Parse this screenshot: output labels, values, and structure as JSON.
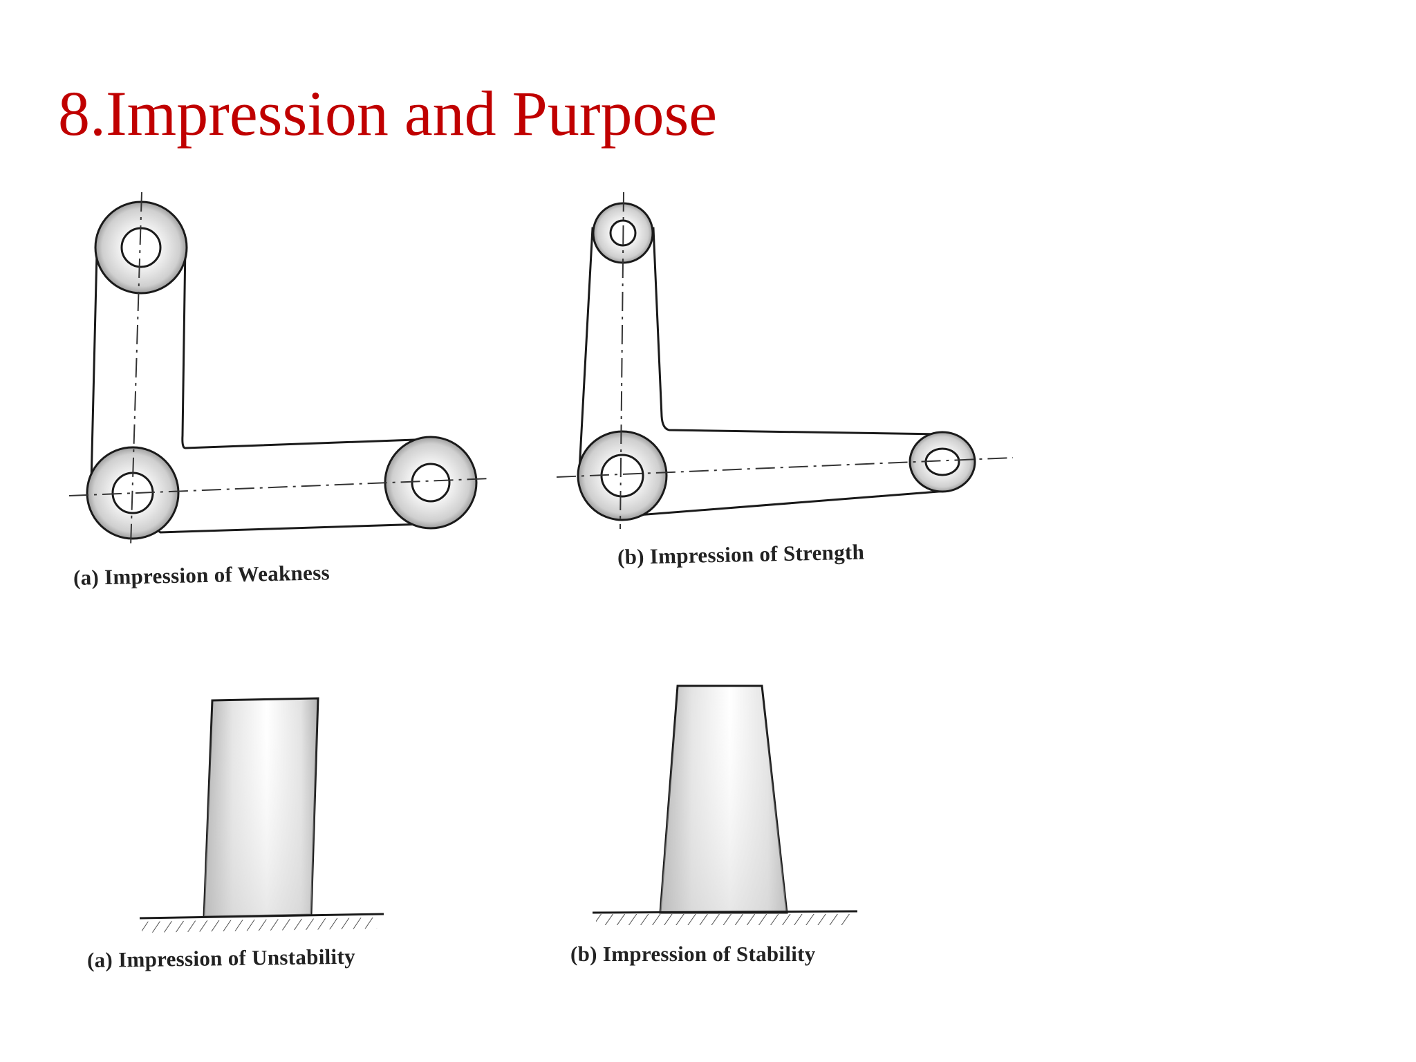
{
  "slide": {
    "title": "8.Impression and Purpose",
    "title_color": "#c00000"
  },
  "figures": {
    "weakness": {
      "caption": "(a) Impression of Weakness"
    },
    "strength": {
      "caption": "(b) Impression of Strength"
    },
    "unstability": {
      "caption": "(a) Impression of  Unstability"
    },
    "stability": {
      "caption": "(b) Impression of Stability"
    }
  }
}
